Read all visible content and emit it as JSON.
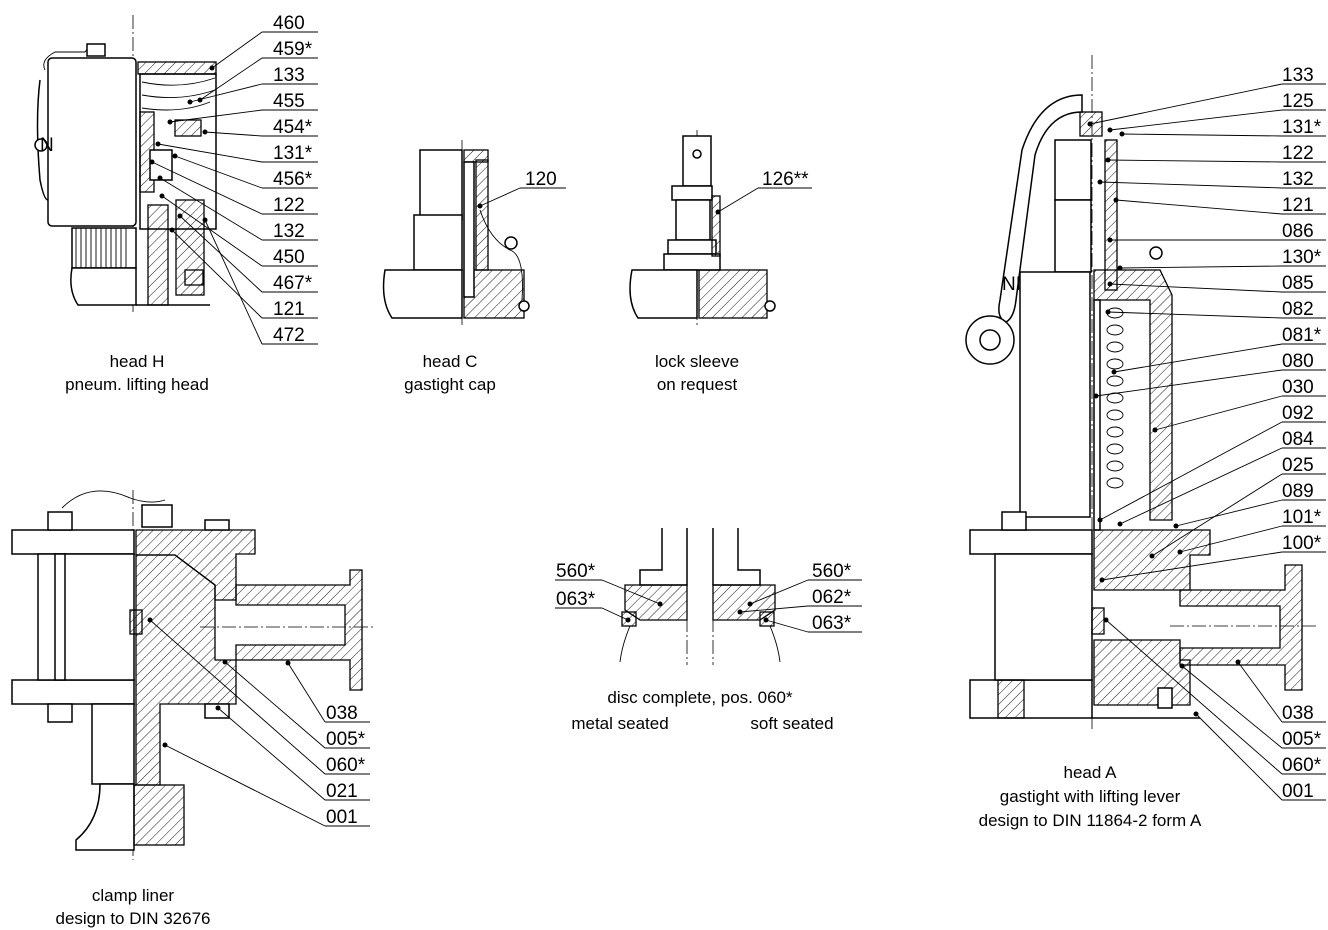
{
  "views": {
    "head_h": {
      "caption": [
        "head H",
        "pneum. lifting head"
      ],
      "labels": [
        "460",
        "459*",
        "133",
        "455",
        "454*",
        "131*",
        "456*",
        "122",
        "132",
        "450",
        "467*",
        "121",
        "472"
      ]
    },
    "head_c": {
      "caption": [
        "head C",
        "gastight cap"
      ],
      "labels": [
        "120"
      ]
    },
    "lock": {
      "caption": [
        "lock sleeve",
        "on request"
      ],
      "labels": [
        "126**"
      ]
    },
    "clamp": {
      "caption": [
        "clamp liner",
        "design to DIN 32676"
      ],
      "labels": [
        "038",
        "005*",
        "060*",
        "021",
        "001"
      ]
    },
    "disc": {
      "caption": [
        "disc complete, pos. 060*"
      ],
      "sub_left": "metal seated",
      "sub_right": "soft seated",
      "labels_left": [
        "560*",
        "063*"
      ],
      "labels_right": [
        "560*",
        "062*",
        "063*"
      ]
    },
    "head_a": {
      "caption": [
        "head A",
        "gastight with lifting lever",
        "design to DIN 11864-2 form A"
      ],
      "labels_top": [
        "133",
        "125",
        "131*",
        "122",
        "132",
        "121",
        "086",
        "130*",
        "085",
        "082",
        "081*",
        "080",
        "030",
        "092",
        "084",
        "025",
        "089",
        "101*",
        "100*"
      ],
      "labels_bottom": [
        "038",
        "005*",
        "060*",
        "001"
      ]
    }
  },
  "symbols": {
    "lever_mark": "NI",
    "nameplate": "N"
  }
}
